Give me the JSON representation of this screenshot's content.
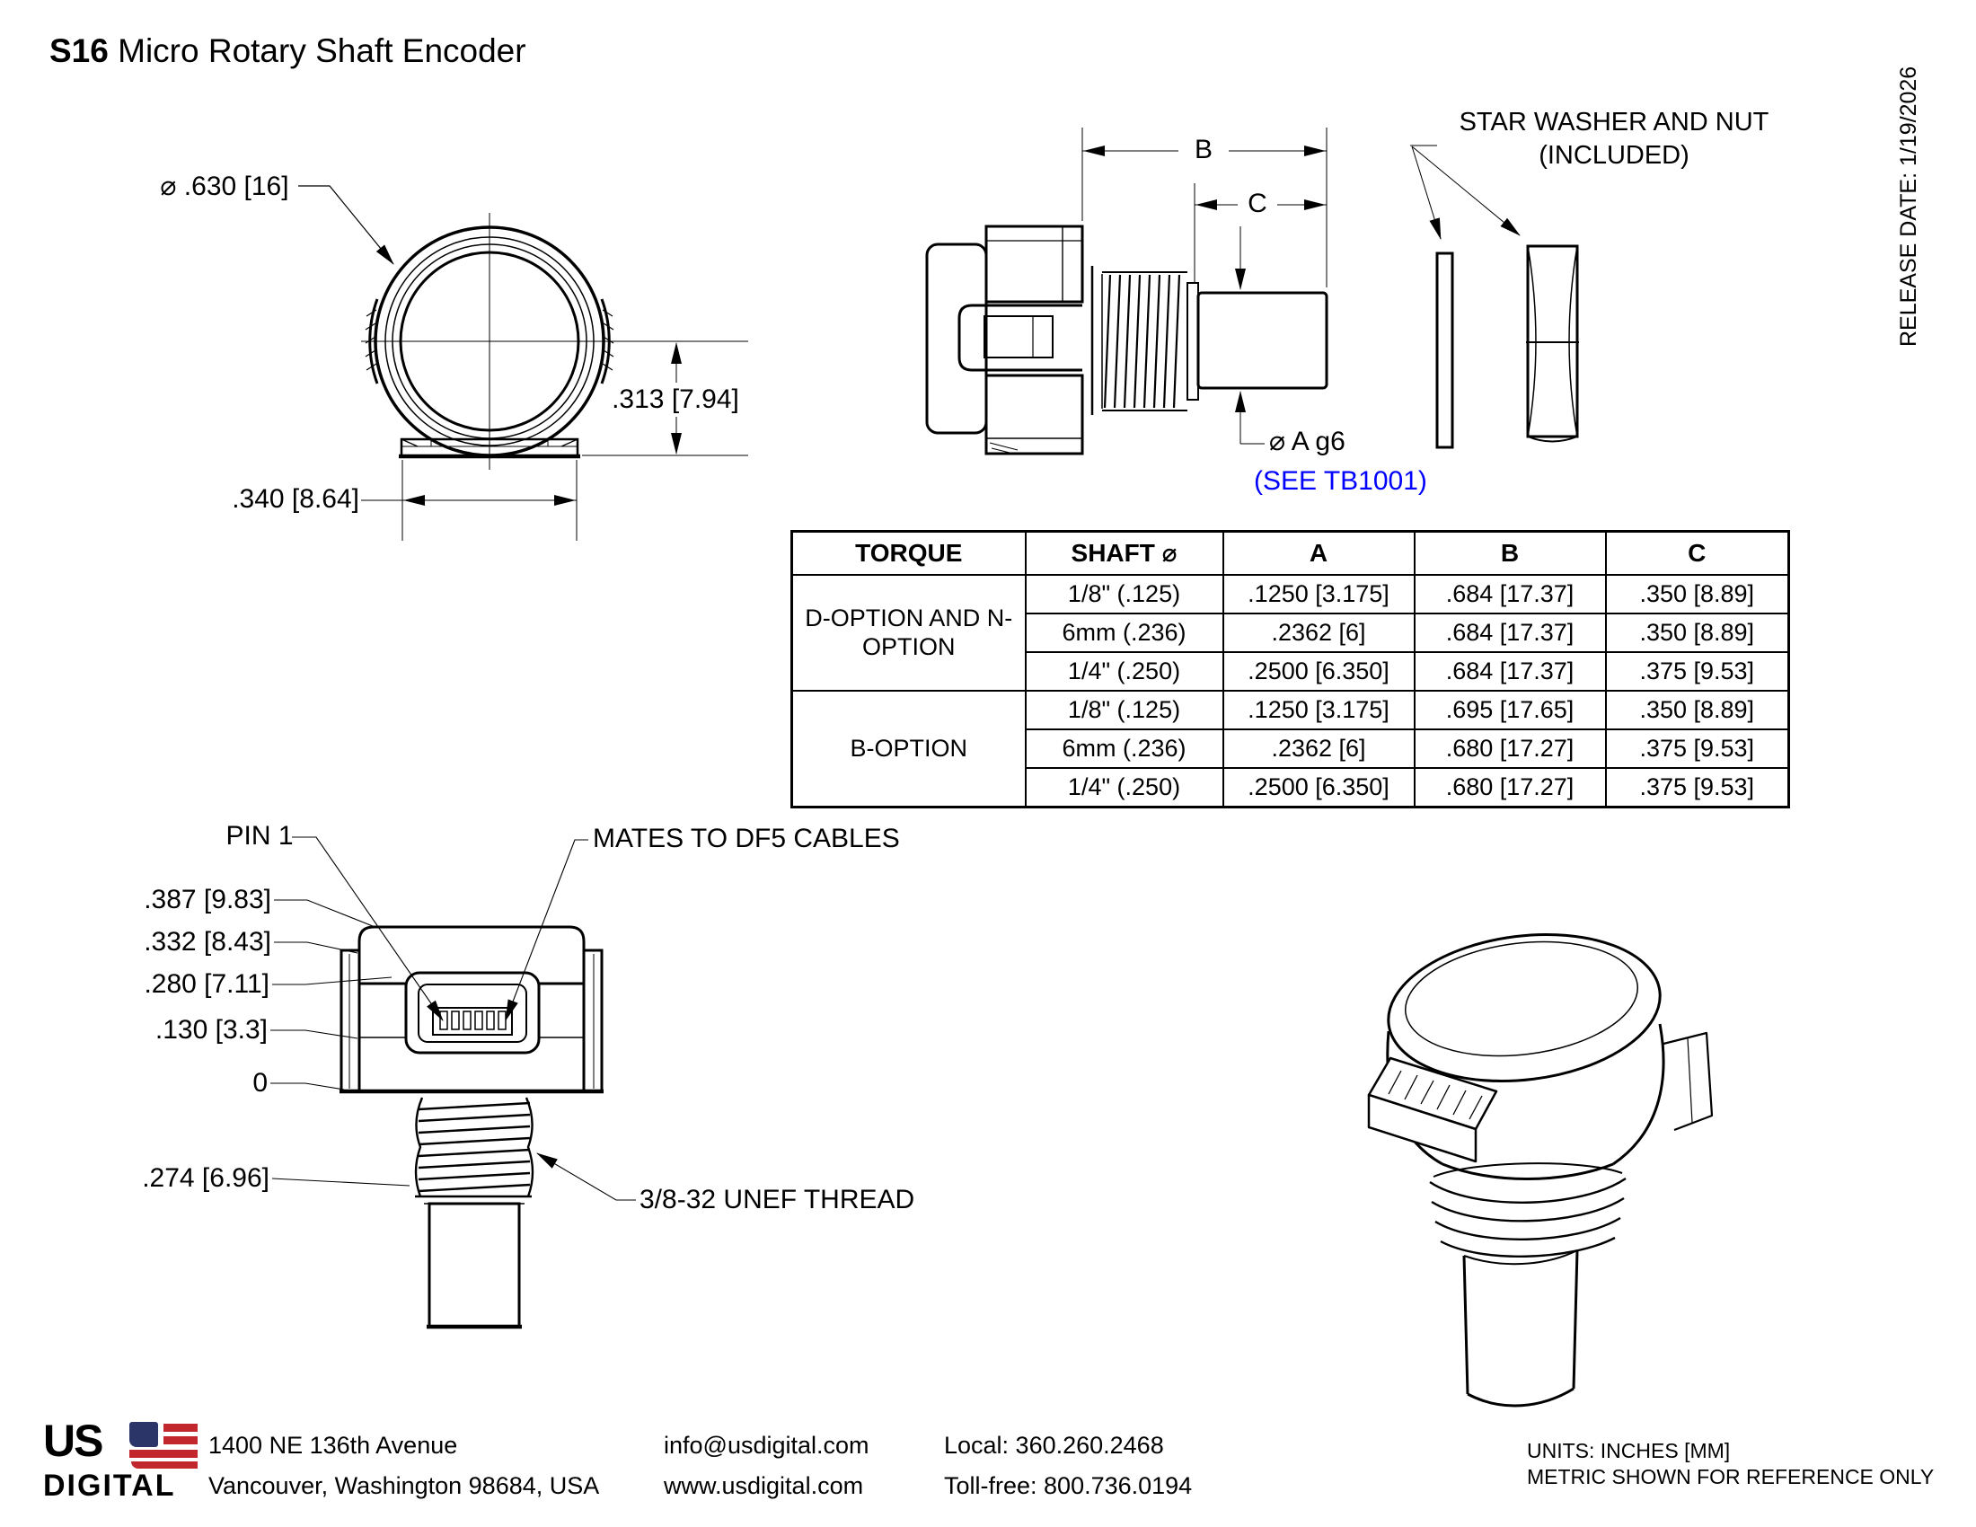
{
  "title": {
    "model": "S16",
    "rest": " Micro Rotary Shaft Encoder"
  },
  "release_date": "RELEASE DATE: 1/19/2026",
  "front_view": {
    "diameter": "⌀ .630 [16]",
    "height": ".313 [7.94]",
    "width": ".340 [8.64]"
  },
  "side_view": {
    "dim_b": "B",
    "dim_c": "C",
    "shaft_dia": "⌀ A g6",
    "shaft_note": "(SEE TB1001)",
    "washer_note_line1": "STAR WASHER AND NUT",
    "washer_note_line2": "(INCLUDED)"
  },
  "table": {
    "headers": [
      "TORQUE",
      "SHAFT ⌀",
      "A",
      "B",
      "C"
    ],
    "groups": [
      {
        "label": "D-OPTION AND N-OPTION",
        "rows": [
          {
            "shaft": "1/8\" (.125)",
            "a": ".1250 [3.175]",
            "b": ".684 [17.37]",
            "c": ".350 [8.89]"
          },
          {
            "shaft": "6mm (.236)",
            "a": ".2362 [6]",
            "b": ".684 [17.37]",
            "c": ".350 [8.89]"
          },
          {
            "shaft": "1/4\" (.250)",
            "a": ".2500 [6.350]",
            "b": ".684 [17.37]",
            "c": ".375 [9.53]"
          }
        ]
      },
      {
        "label": "B-OPTION",
        "rows": [
          {
            "shaft": "1/8\" (.125)",
            "a": ".1250 [3.175]",
            "b": ".695 [17.65]",
            "c": ".350 [8.89]"
          },
          {
            "shaft": "6mm (.236)",
            "a": ".2362 [6]",
            "b": ".680 [17.27]",
            "c": ".375 [9.53]"
          },
          {
            "shaft": "1/4\" (.250)",
            "a": ".2500 [6.350]",
            "b": ".680 [17.27]",
            "c": ".375 [9.53]"
          }
        ]
      }
    ]
  },
  "connector_view": {
    "pin1": "PIN 1",
    "mates": "MATES TO DF5 CABLES",
    "dims": [
      ".387 [9.83]",
      ".332 [8.43]",
      ".280 [7.11]",
      ".130 [3.3]",
      "0",
      ".274 [6.96]"
    ],
    "thread": "3/8-32 UNEF THREAD"
  },
  "footer": {
    "logo_top": "US",
    "logo_bottom": "DIGITAL",
    "address_line1": "1400 NE 136th Avenue",
    "address_line2": "Vancouver, Washington 98684, USA",
    "email": "info@usdigital.com",
    "website": "www.usdigital.com",
    "phone_local": "Local: 360.260.2468",
    "phone_tollfree": "Toll-free: 800.736.0194",
    "units_line1": "UNITS: INCHES [MM]",
    "units_line2": "METRIC SHOWN FOR REFERENCE ONLY"
  },
  "colors": {
    "line": "#000000",
    "note_blue": "#0000FF",
    "flag_blue": "#2B3568",
    "flag_red": "#C1272D"
  }
}
